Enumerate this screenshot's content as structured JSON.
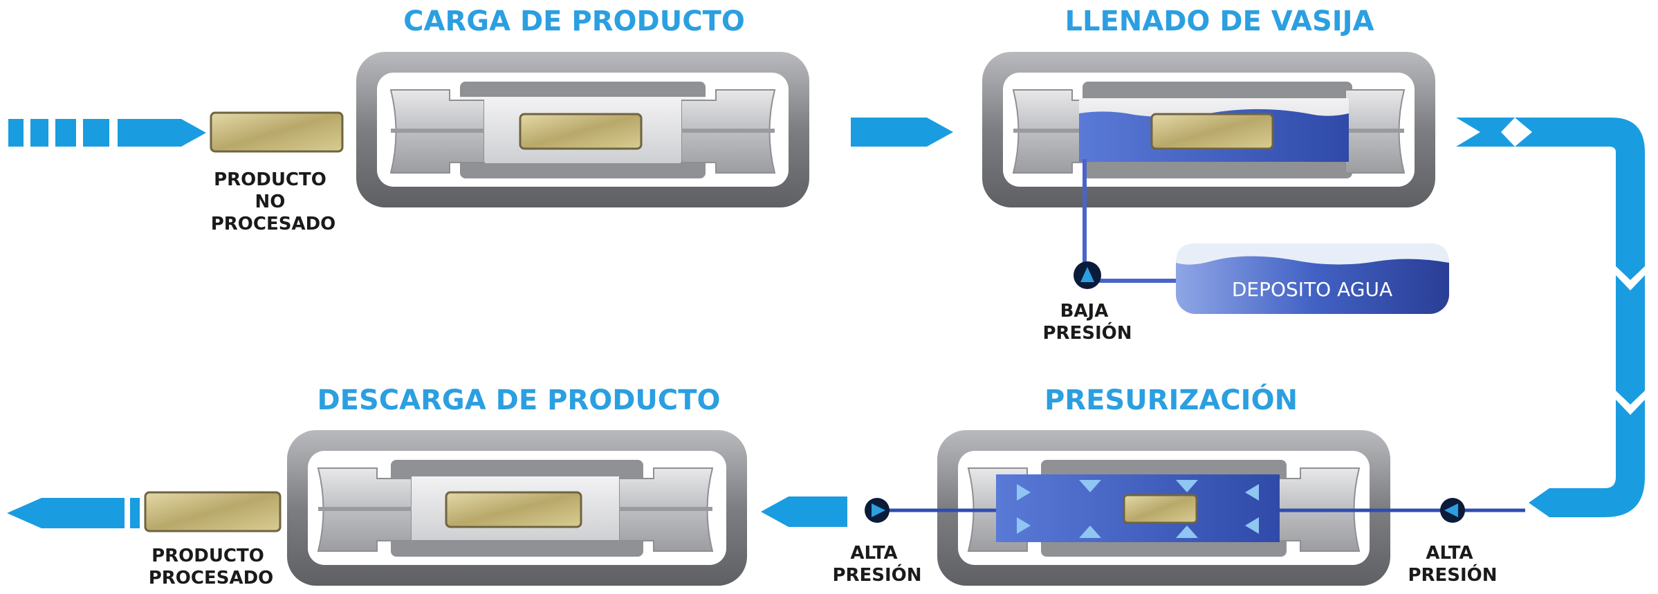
{
  "titles": {
    "carga": "CARGA DE PRODUCTO",
    "llenado": "LLENADO DE VASIJA",
    "descarga": "DESCARGA DE PRODUCTO",
    "presurizacion": "PRESURIZACIÓN"
  },
  "labels": {
    "no_procesado": [
      "PRODUCTO",
      "NO",
      "PROCESADO"
    ],
    "baja_presion": [
      "BAJA",
      "PRESIÓN"
    ],
    "deposito": "DEPOSITO AGUA",
    "alta_presion_left": [
      "ALTA",
      "PRESIÓN"
    ],
    "alta_presion_right": [
      "ALTA",
      "PRESIÓN"
    ],
    "procesado": [
      "PRODUCTO",
      "PROCESADO"
    ]
  },
  "colors": {
    "arrow": "#1a9ce0",
    "title": "#2b9fe0",
    "water": "#3d5fc4",
    "frame": "#8b8c90"
  }
}
